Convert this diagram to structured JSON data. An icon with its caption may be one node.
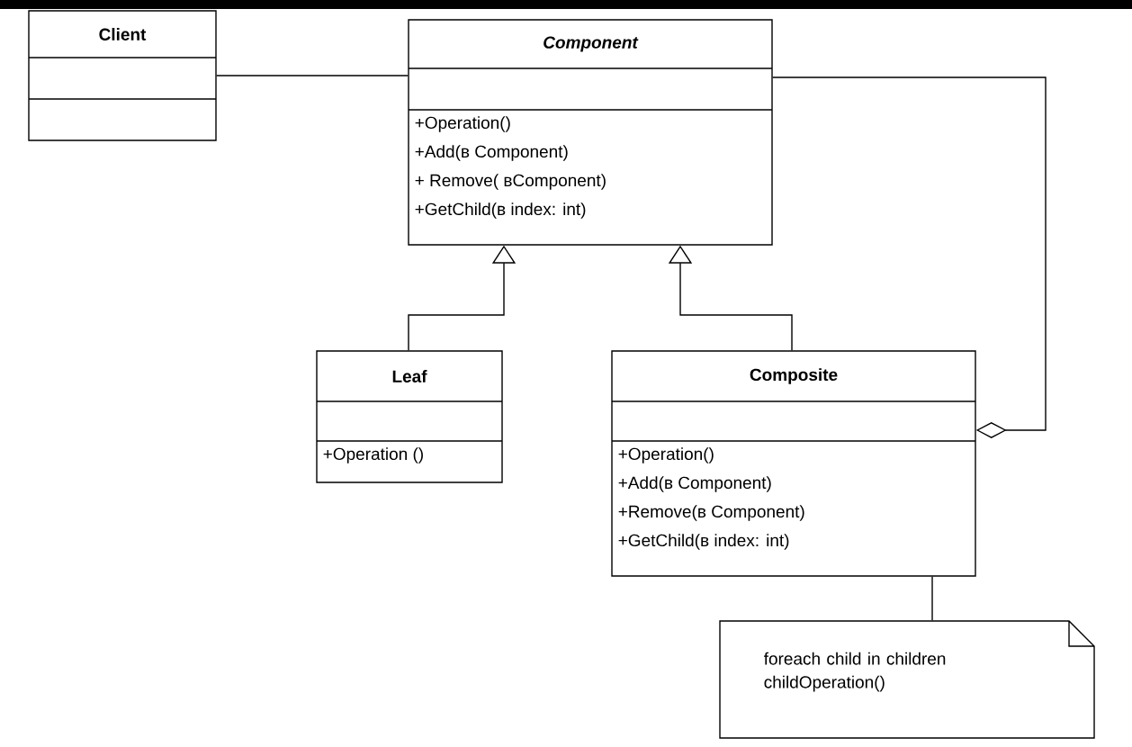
{
  "diagram": {
    "nodes": [
      {
        "text": [
          "Client"
        ]
      },
      {
        "text": [
          "Component",
          "+Operation()",
          "+Add(в Component)",
          "+ Remove( вComponent)",
          "+GetChild(в index: int)"
        ]
      },
      {
        "text": [
          "Leaf",
          "+Operation ()"
        ]
      },
      {
        "text": [
          "Composite",
          "+Operation()",
          "+Add(в Component)",
          "+Remove(в Component)",
          "+GetChild(в index: int)"
        ]
      },
      {
        "text": [
          "foreach child in children childOperation()"
        ]
      }
    ],
    "edges": [
      {
        "from": 0,
        "to": 1,
        "arrow": "none"
      },
      {
        "from": 2,
        "to": 1,
        "arrow": "to"
      },
      {
        "from": 3,
        "to": 1,
        "arrow": "to"
      },
      {
        "from": 3,
        "to": 1,
        "arrow": "other"
      },
      {
        "from": 4,
        "to": 3,
        "arrow": "none"
      }
    ]
  }
}
